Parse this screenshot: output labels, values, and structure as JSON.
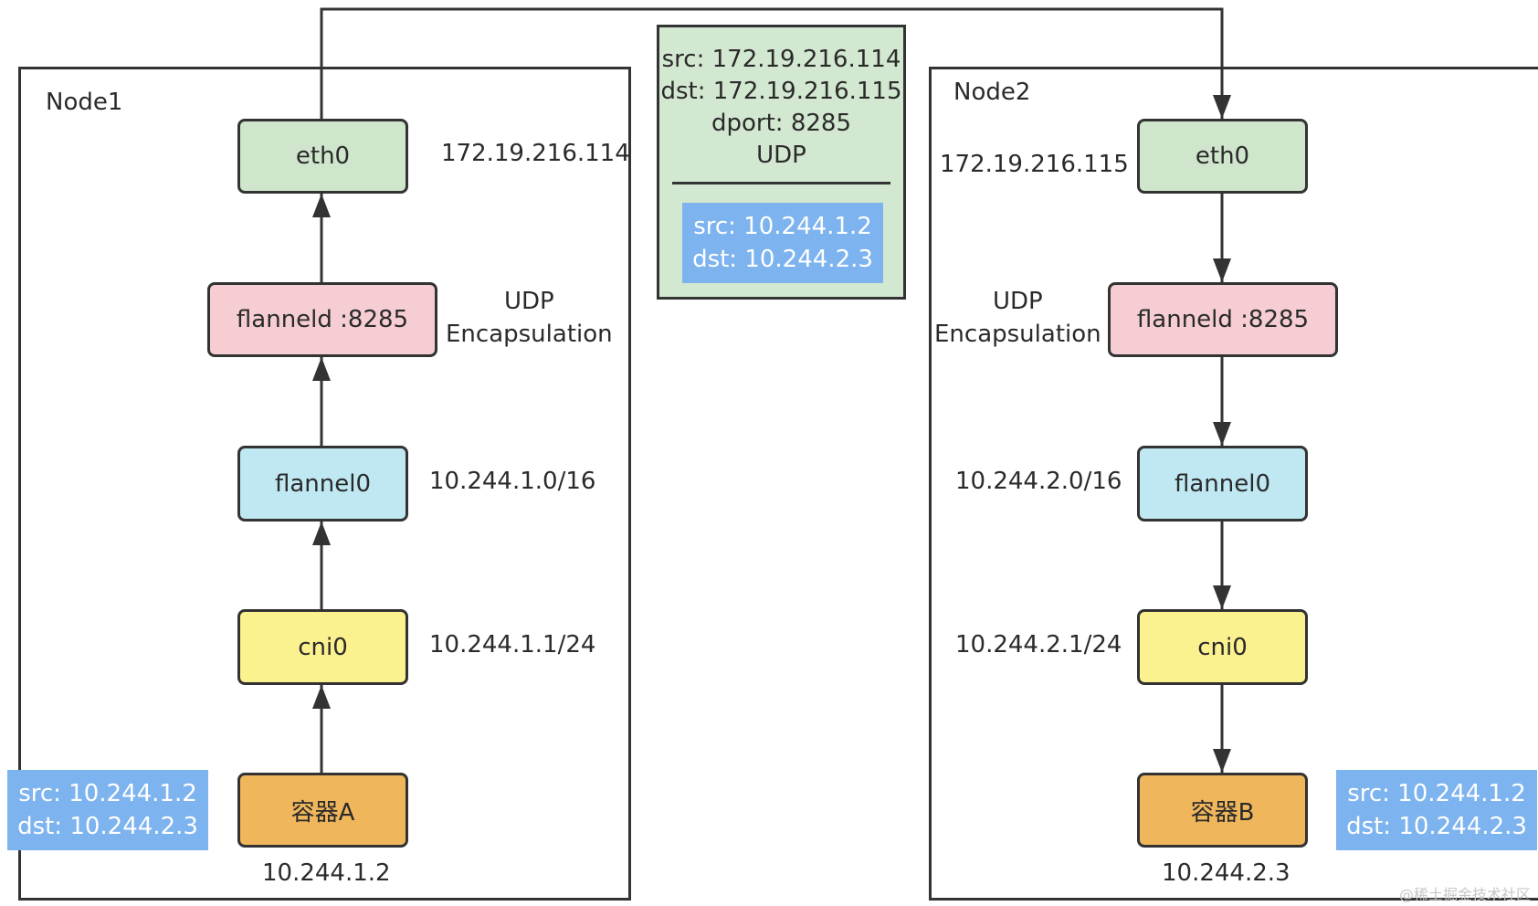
{
  "colors": {
    "eth0": "#cfe6cc",
    "flanneld": "#f5cdd3",
    "flannel0": "#bfe8f2",
    "cni0": "#fbf18f",
    "container": "#f0b65c",
    "packet": "#7db3ee",
    "outer_packet": "#d3e8d0",
    "stroke": "#333333"
  },
  "outer_packet": {
    "lines": [
      "src: 172.19.216.114",
      "dst: 172.19.216.115",
      "dport: 8285",
      "UDP"
    ],
    "inner": {
      "src": "src: 10.244.1.2",
      "dst": "dst: 10.244.2.3"
    }
  },
  "node1": {
    "title": "Node1",
    "eth0": {
      "label": "eth0",
      "ip": "172.19.216.114"
    },
    "flanneld": {
      "label": "flanneld :8285",
      "note_line1": "UDP",
      "note_line2": "Encapsulation"
    },
    "flannel0": {
      "label": "flannel0",
      "ip": "10.244.1.0/16"
    },
    "cni0": {
      "label": "cni0",
      "ip": "10.244.1.1/24"
    },
    "container": {
      "label": "容器A",
      "ip": "10.244.1.2"
    },
    "packet": {
      "src": "src: 10.244.1.2",
      "dst": "dst: 10.244.2.3"
    }
  },
  "node2": {
    "title": "Node2",
    "eth0": {
      "label": "eth0",
      "ip": "172.19.216.115"
    },
    "flanneld": {
      "label": "flanneld :8285",
      "note_line1": "UDP",
      "note_line2": "Encapsulation"
    },
    "flannel0": {
      "label": "flannel0",
      "ip": "10.244.2.0/16"
    },
    "cni0": {
      "label": "cni0",
      "ip": "10.244.2.1/24"
    },
    "container": {
      "label": "容器B",
      "ip": "10.244.2.3"
    },
    "packet": {
      "src": "src: 10.244.1.2",
      "dst": "dst: 10.244.2.3"
    }
  },
  "watermark": "@稀土掘金技术社区"
}
